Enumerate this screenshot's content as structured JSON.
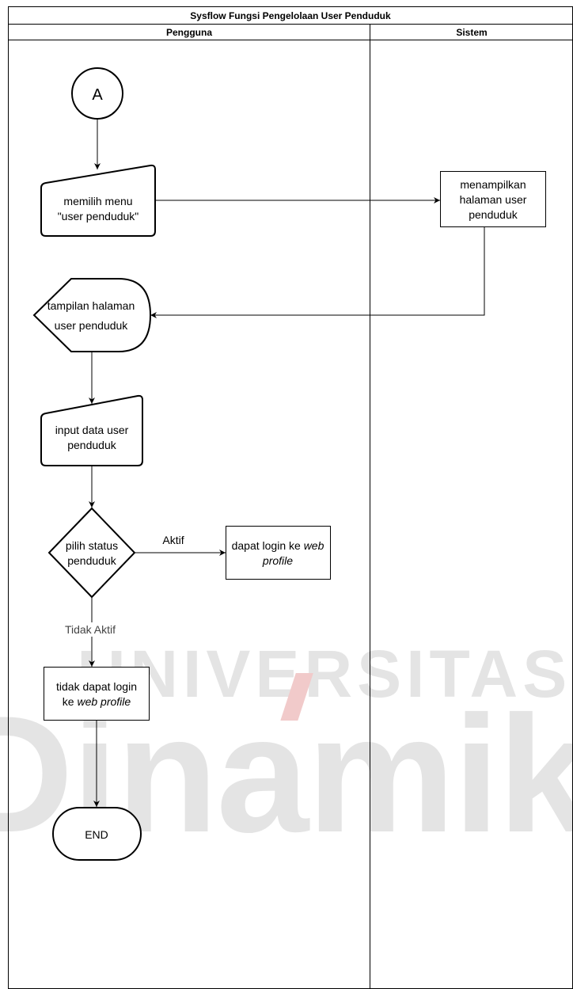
{
  "title": "Sysflow Fungsi Pengelolaan User Penduduk",
  "lanes": {
    "left": "Pengguna",
    "right": "Sistem"
  },
  "nodes": {
    "connector_a": "A",
    "manual_input_1": {
      "line1": "memilih menu",
      "line2": "\"user penduduk\""
    },
    "process_1": {
      "line1": "menampilkan",
      "line2": "halaman user",
      "line3": "penduduk"
    },
    "display_1": {
      "line1": "tampilan halaman",
      "line2": "user penduduk"
    },
    "manual_input_2": {
      "line1": "input data user",
      "line2": "penduduk"
    },
    "decision_1": {
      "line1": "pilih status",
      "line2": "penduduk"
    },
    "process_aktif": {
      "line1_plain": "dapat login ke ",
      "line1_italic": "web",
      "line2_italic": "profile"
    },
    "process_tidak": {
      "line1": "tidak dapat login",
      "line2_plain": "ke ",
      "line2_italic": "web profile"
    },
    "terminator_end": "END"
  },
  "edge_labels": {
    "aktif": "Aktif",
    "tidak_aktif": "Tidak Aktif"
  },
  "watermark": {
    "top": "UNIVERSITAS",
    "bottom": "Dinamika"
  },
  "colors": {
    "stroke": "#000000",
    "fill": "#ffffff",
    "watermark_gray": "#d0d0d0",
    "watermark_red": "#e8a0a0"
  }
}
